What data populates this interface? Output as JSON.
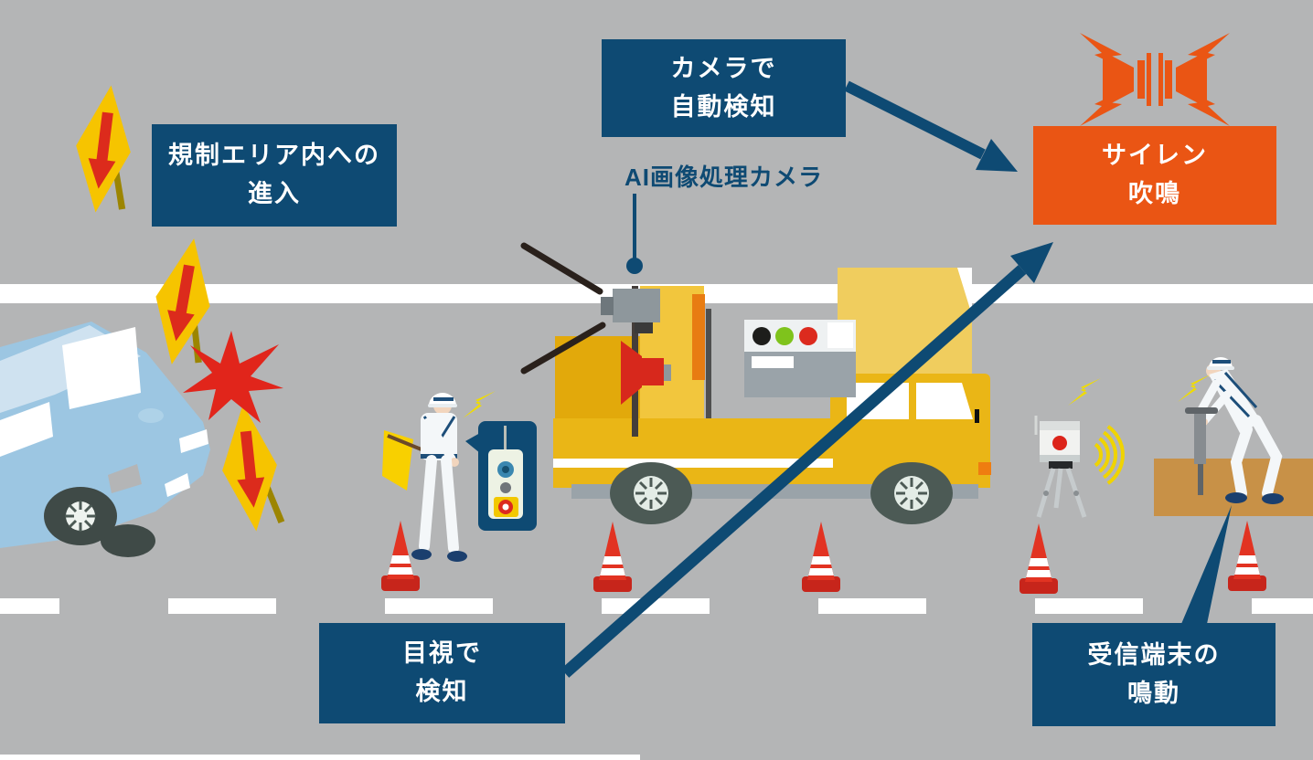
{
  "palette": {
    "road_gray": "#b4b5b6",
    "navy": "#0e4a73",
    "orange": "#ea5514",
    "board_yellow": "#f6c400",
    "alert_red": "#dc2b1c",
    "truck_yellow": "#eab616",
    "cone_red": "#e23322",
    "lightning_yellow": "#f0dc00",
    "car_blue": "#9cc6e2",
    "white": "#ffffff"
  },
  "callouts": {
    "restricted_entry": {
      "lines": [
        "規制エリア内への",
        "進入"
      ]
    },
    "camera_detect": {
      "lines": [
        "カメラで",
        "自動検知"
      ]
    },
    "siren": {
      "lines": [
        "サイレン",
        "吹鳴"
      ]
    },
    "visual_detect": {
      "lines": [
        "目視で",
        "検知"
      ]
    },
    "receiver_ring": {
      "lines": [
        "受信端末の",
        "鳴動"
      ]
    }
  },
  "annotations": {
    "ai_camera_label": "AI画像処理カメラ"
  },
  "scene": {
    "figures": [
      "intruding-car",
      "arrow-boards",
      "crash-burst",
      "flagman-with-flag",
      "remote-control-bubble",
      "work-truck",
      "ai-camera",
      "horn-speaker",
      "siren-horn-icon",
      "receiver-on-tripod",
      "worker-with-jackhammer",
      "traffic-cones",
      "lane-lines"
    ],
    "traffic_cone_count": 5,
    "arrow_board_count": 3,
    "lightning_bolt_count": 3
  }
}
